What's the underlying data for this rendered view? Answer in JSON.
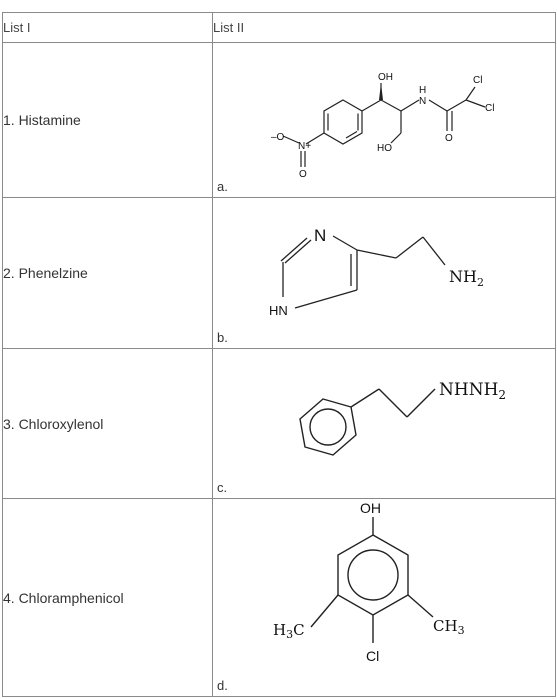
{
  "headers": {
    "list1": "List I",
    "list2": "List II"
  },
  "rows": [
    {
      "item": "1. Histamine",
      "letter": "a."
    },
    {
      "item": "2. Phenelzine",
      "letter": "b."
    },
    {
      "item": "3. Chloroxylenol",
      "letter": "c."
    },
    {
      "item": "4. Chloramphenicol",
      "letter": "d."
    }
  ],
  "structures": {
    "a": {
      "oh": "OH",
      "nh": "H\nN",
      "n": "N",
      "cl1": "Cl",
      "cl2": "Cl",
      "o_minus": "–O",
      "n_plus": "N+",
      "o_bottom": "O",
      "ho": "HO",
      "o_carbonyl": "O"
    },
    "b": {
      "n": "N",
      "hn": "HN",
      "nh2": "NH2"
    },
    "c": {
      "nhnh2": "NHNH2"
    },
    "d": {
      "oh": "OH",
      "h3c": "H3C",
      "ch3": "CH3",
      "cl": "Cl"
    }
  }
}
